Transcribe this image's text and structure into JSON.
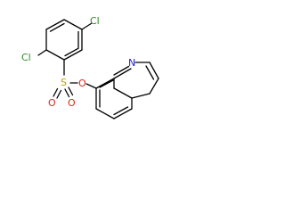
{
  "molecule": {
    "atoms": {
      "cl_top": "Cl",
      "cl_left": "Cl",
      "sulfur": "S",
      "ester_oxygen": "O",
      "sulfonyl_oxygen_1": "O",
      "sulfonyl_oxygen_2": "O",
      "nitrogen": "N"
    },
    "colors": {
      "bond": "#000000",
      "chlorine": "#2e8b22",
      "oxygen": "#e0241b",
      "nitrogen": "#2020e0",
      "sulfur": "#b8a400"
    }
  }
}
